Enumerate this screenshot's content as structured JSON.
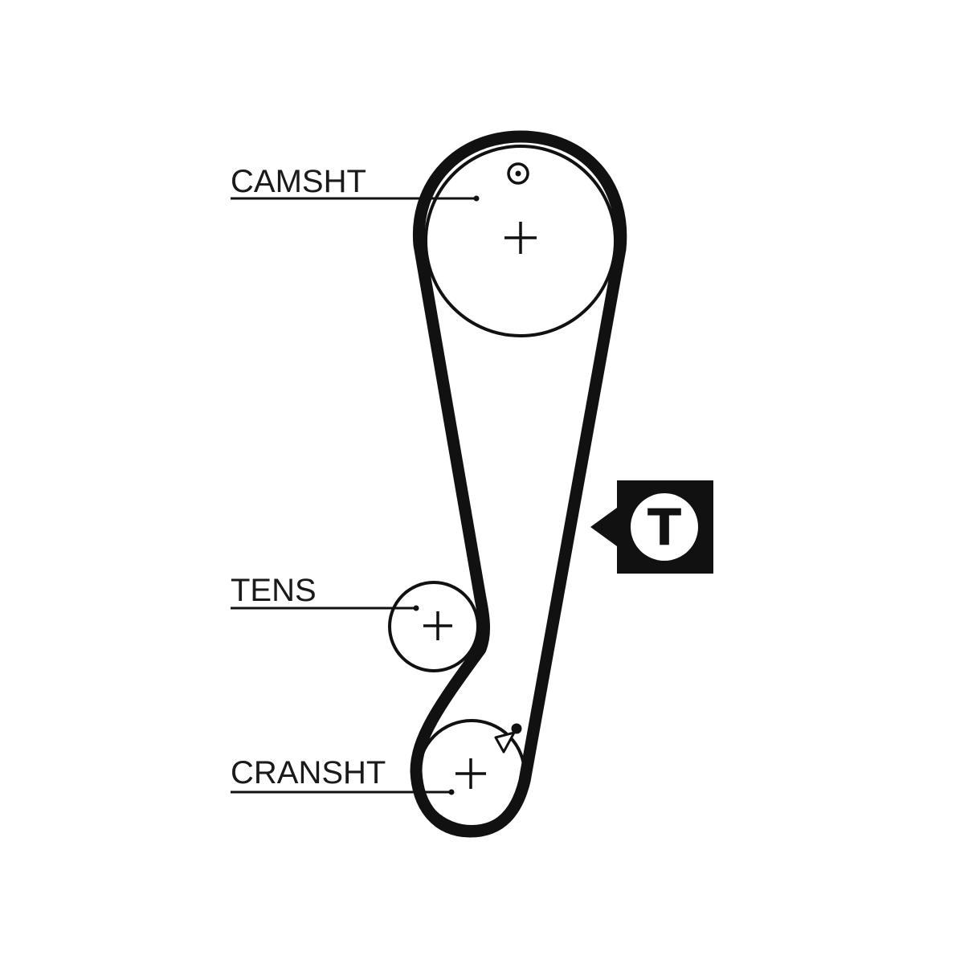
{
  "labels": {
    "camshaft": "CAMSHT",
    "tensioner": "TENS",
    "crankshaft": "CRANSHT"
  },
  "tension_badge": {
    "letter": "T"
  },
  "colors": {
    "ink": "#111111",
    "label_text": "#1a1a1a",
    "background": "#ffffff",
    "badge_fill": "#111111",
    "badge_letter": "#111111"
  },
  "icons": {
    "camshaft_marker": "timing-mark-dot-in-circle-icon",
    "crankshaft_marker": "timing-mark-dot-icon",
    "pulley_centers": "plus-crosshair-icon"
  }
}
